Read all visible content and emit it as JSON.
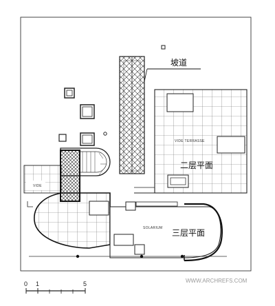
{
  "labels": {
    "ramp": "坡道",
    "second_floor": "二层平面",
    "third_floor": "三层平面",
    "vide_terrasse": "VIDE  TERRASSE",
    "vide": "VIDE",
    "solarium": "SOLARIUM"
  },
  "scale_bar": {
    "tick_0": "0",
    "tick_1": "1",
    "tick_5": "5"
  },
  "watermark": "WWW.ARCHREFS.COM",
  "colors": {
    "line": "#222222",
    "hatch": "#333333",
    "grid": "#555555"
  }
}
